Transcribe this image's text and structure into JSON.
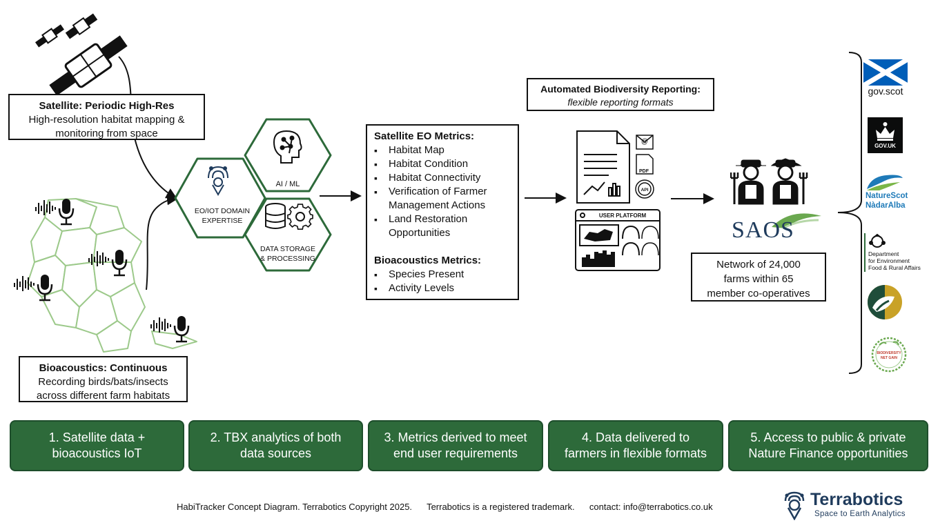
{
  "satellite": {
    "title": "Satellite: Periodic High-Res",
    "line1": "High-resolution habitat mapping &",
    "line2": "monitoring from space"
  },
  "bioacoustics": {
    "title": "Bioacoustics: Continuous",
    "line1": "Recording birds/bats/insects",
    "line2": "across different farm habitats"
  },
  "hexes": {
    "eo_line1": "EO/IOT DOMAIN",
    "eo_line2": "EXPERTISE",
    "ai": "AI / ML",
    "storage_line1": "DATA STORAGE",
    "storage_line2": "& PROCESSING"
  },
  "metrics": {
    "eo_heading": "Satellite EO Metrics:",
    "eo_items": [
      "Habitat Map",
      "Habitat Condition",
      "Habitat Connectivity",
      "Verification of Farmer",
      "Land Restoration"
    ],
    "eo_item4_cont": "Management Actions",
    "eo_item5_cont": "Opportunities",
    "bio_heading": "Bioacoustics Metrics:",
    "bio_items": [
      "Species Present",
      "Activity Levels"
    ]
  },
  "reporting": {
    "title": "Automated Biodiversity Reporting:",
    "subtitle": "flexible reporting formats",
    "platform_label": "USER PLATFORM",
    "pdf_label": "PDF",
    "api_label": "API"
  },
  "saos": {
    "logo": "SAOS",
    "line1": "Network of 24,000",
    "line2": "farms within 65",
    "line3": "member co-operatives"
  },
  "partners": {
    "govscot": "gov.scot",
    "govuk": "GOV.UK",
    "naturescot1": "NatureScot",
    "naturescot2": "NàdarAlba",
    "defra1": "Department",
    "defra2": "for Environment",
    "defra3": "Food & Rural Affairs",
    "bng1": "BIODIVERSITY",
    "bng2": "NET GAIN"
  },
  "steps": [
    {
      "l1": "1. Satellite data +",
      "l2": "bioacoustics IoT"
    },
    {
      "l1": "2. TBX analytics of both",
      "l2": "data sources"
    },
    {
      "l1": "3. Metrics derived to meet",
      "l2": "end user requirements"
    },
    {
      "l1": "4. Data delivered to",
      "l2": "farmers in flexible formats"
    },
    {
      "l1": "5. Access to public & private",
      "l2": "Nature Finance opportunities"
    }
  ],
  "footer": {
    "text1": "HabiTracker Concept Diagram. Terrabotics Copyright 2025.",
    "text2": "Terrabotics is a registered trademark.",
    "text3": "contact: info@terrabotics.co.uk",
    "brand": "Terrabotics",
    "tagline": "Space to Earth Analytics"
  },
  "colors": {
    "green_dark": "#2d6a3a",
    "green_light": "#9cc98a",
    "navy": "#1f3b5c",
    "scot_blue": "#005eb8"
  },
  "icons": [
    "satellite-icon",
    "microphone-icon",
    "brain-icon",
    "database-icon",
    "gear-icon",
    "document-icon",
    "email-icon",
    "pdf-icon",
    "api-icon",
    "dashboard-icon",
    "farmer-icon"
  ]
}
